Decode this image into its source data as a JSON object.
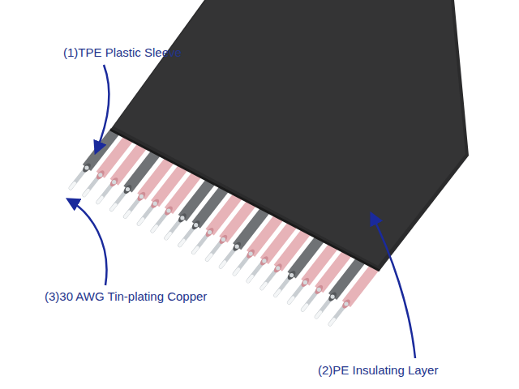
{
  "diagram": {
    "labels": [
      "(1)TPE Plastic Sleeve",
      "(3)30 AWG Tin-plating Copper",
      "(2)PE Insulating Layer"
    ]
  }
}
